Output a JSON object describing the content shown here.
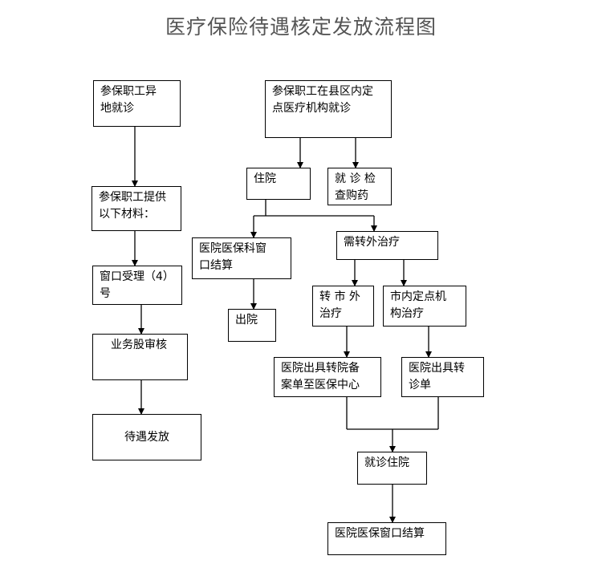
{
  "title": "医疗保险待遇核定发放流程图",
  "nodes": {
    "remote_visit": "参保职工异\n地就诊",
    "provide_materials": "参保职工提供\n以下材料：",
    "window_accept": "窗口受理（4）\n号",
    "review": "业务股审核",
    "pay": "待遇发放",
    "local_visit": "参保职工在县区内定\n点医疗机构就诊",
    "hospitalize": "住院",
    "exam_drug": "就 诊 检\n查购药",
    "hospital_settle": "医院医保科窗\n口结算",
    "discharge": "出院",
    "need_transfer": "需转外治疗",
    "transfer_city": "转 市 外\n治疗",
    "city_designated": "市内定点机\n构治疗",
    "hospital_file": "医院出具转院备\n案单至医保中心",
    "hospital_referral": "医院出具转\n诊单",
    "visit_hospitalize": "就诊住院",
    "final_settle": "医院医保窗口结算"
  }
}
